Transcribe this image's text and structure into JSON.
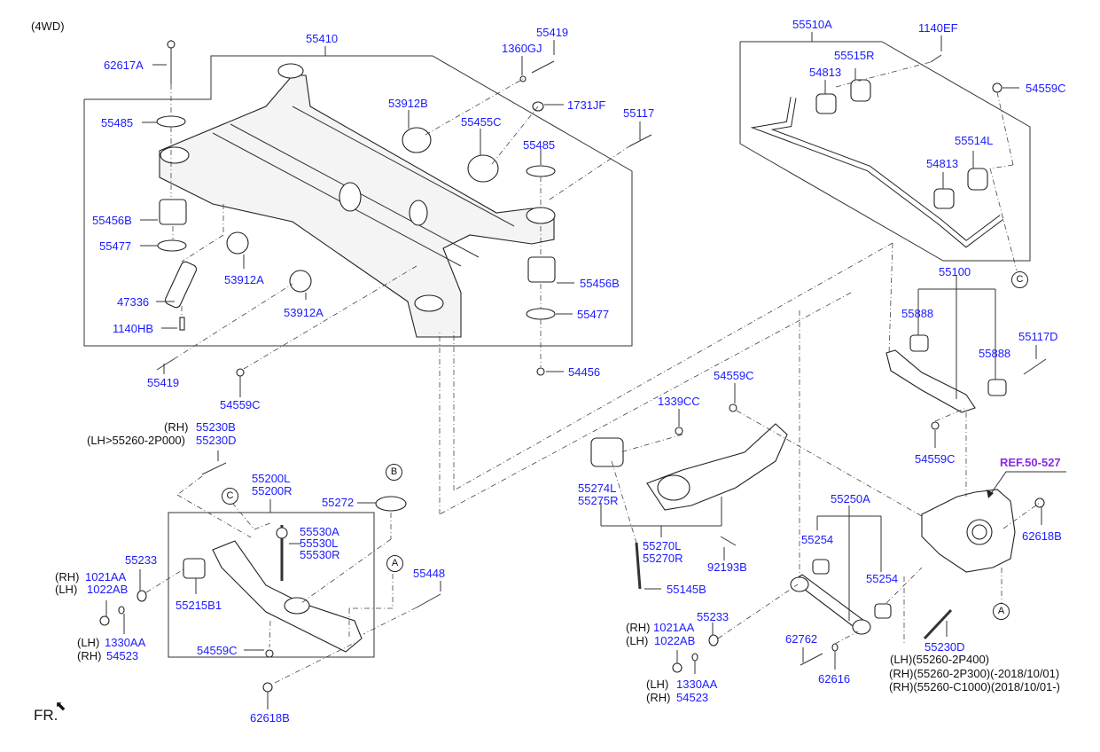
{
  "header": {
    "variant": "(4WD)"
  },
  "footer": {
    "front_indicator": "FR."
  },
  "colors": {
    "part_number": "#1a1aff",
    "reference": "#8a2be2",
    "note": "#111111"
  },
  "callouts": {
    "a": "A",
    "b": "B",
    "c": "C"
  },
  "subframe": {
    "assembly": "55410",
    "bolt_top": "62617A",
    "washer_left": "55485",
    "bushing_left": "55456B",
    "seat_left": "55477",
    "bracket": "47336",
    "bracket_bolt": "1140HB",
    "bushing_a1": "53912A",
    "bushing_a2": "53912A",
    "bushing_b": "53912B",
    "bushing_c": "55455C",
    "washer_small": "1360GJ",
    "bolt_upper": "55419",
    "washer_1731": "1731JF",
    "bolt_55117": "55117",
    "washer_right": "55485",
    "bushing_right": "55456B",
    "seat_right": "55477",
    "nut_right": "54456",
    "bolt_lower": "55419",
    "nut_lower": "54559C"
  },
  "stabilizer": {
    "assembly": "55510A",
    "bolt": "1140EF",
    "clamp_r": "55515R",
    "bushing_r": "54813",
    "nut": "54559C",
    "clamp_l": "55514L",
    "bushing_l": "54813"
  },
  "upper_arm": {
    "assembly": "55100",
    "bushing_1": "55888",
    "bushing_2": "55888",
    "bolt": "55117D",
    "nut": "54559C"
  },
  "lower_arm": {
    "bolt_rh_prefix": "(RH)",
    "bolt_rh": "55230B",
    "bolt_lh_prefix": "(LH>55260-2P000)",
    "bolt_lh": "55230D",
    "assembly_l": "55200L",
    "assembly_r": "55200R",
    "spring_seat": "55272",
    "link_a": "55530A",
    "link_l": "55530L",
    "link_r": "55530R",
    "washer": "55233",
    "nut_rh_prefix": "(RH)",
    "nut_rh": "1021AA",
    "nut_lh_prefix": "(LH)",
    "nut_lh": "1022AB",
    "bushing": "55215B1",
    "washer2_lh_prefix": "(LH)",
    "washer2_lh": "1330AA",
    "washer2_rh_prefix": "(RH)",
    "washer2_rh": "54523",
    "bolt_55448": "55448",
    "nut_inner": "54559C",
    "nut_bottom": "62618B"
  },
  "trailing_arm": {
    "nut_top": "54559C",
    "nut_1339": "1339CC",
    "bushing_l": "55274L",
    "bushing_r": "55275R",
    "assembly_l": "55270L",
    "assembly_r": "55270R",
    "bolt_92193": "92193B",
    "bolt_55145": "55145B",
    "washer": "55233",
    "nut_rh_prefix": "(RH)",
    "nut_rh": "1021AA",
    "nut_lh_prefix": "(LH)",
    "nut_lh": "1022AB",
    "washer2_lh_prefix": "(LH)",
    "washer2_lh": "1330AA",
    "washer2_rh_prefix": "(RH)",
    "washer2_rh": "54523"
  },
  "assist_arm": {
    "assembly": "55250A",
    "bushing_1": "55254",
    "bushing_2": "55254",
    "bolt": "62762",
    "washer": "62616"
  },
  "knuckle": {
    "reference": "REF.50-527",
    "nut": "62618B",
    "bolt": "55230D",
    "notes": [
      "(LH)(55260-2P400)",
      "(RH)(55260-2P300)(-2018/10/01)",
      "(RH)(55260-C1000)(2018/10/01-)"
    ]
  }
}
